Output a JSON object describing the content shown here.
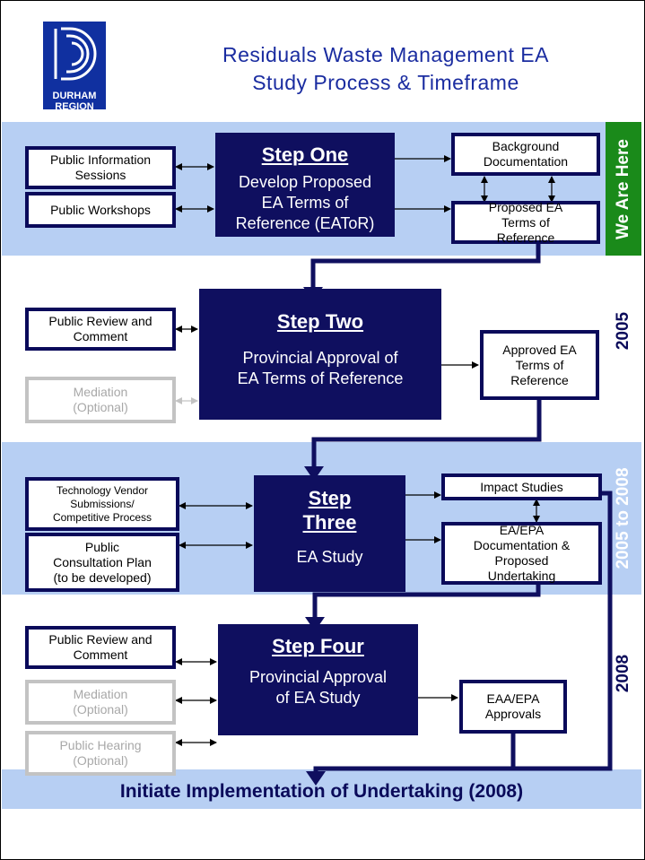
{
  "logo": {
    "line1": "DURHAM",
    "line2": "REGION"
  },
  "title": {
    "line1": "Residuals Waste Management EA",
    "line2": "Study Process & Timeframe"
  },
  "steps": [
    {
      "heading": "Step One",
      "desc": "Develop Proposed\nEA Terms of\nReference (EAToR)"
    },
    {
      "heading": "Step Two",
      "desc": "Provincial Approval of\nEA Terms of Reference"
    },
    {
      "heading": "Step\nThree",
      "desc": "EA Study"
    },
    {
      "heading": "Step Four",
      "desc": "Provincial Approval\nof EA Study"
    }
  ],
  "boxes": {
    "public_info": "Public Information\nSessions",
    "public_workshops": "Public  Workshops",
    "background_doc": "Background\nDocumentation",
    "proposed_eator": "Proposed EA\nTerms of\nReference",
    "public_review_2": "Public Review and\nComment",
    "mediation_2": "Mediation\n(Optional)",
    "approved_eator": "Approved EA\nTerms of\nReference",
    "tech_vendor": "Technology Vendor\nSubmissions/\nCompetitive Process",
    "public_consultation": "Public\nConsultation Plan\n(to be developed)",
    "impact_studies": "Impact Studies",
    "ea_epa_doc": "EA/EPA\nDocumentation &\nProposed\nUndertaking",
    "public_review_4": "Public Review and\nComment",
    "mediation_4": "Mediation\n(Optional)",
    "public_hearing": "Public Hearing\n(Optional)",
    "eaa_epa": "EAA/EPA\nApprovals"
  },
  "side_labels": {
    "step1": "We Are Here",
    "step2": "2005",
    "step3": "2005 to 2008",
    "step4": "2008"
  },
  "bottom_text": "Initiate Implementation of Undertaking (2008)",
  "colors": {
    "band": "#b7cff3",
    "navy": "#0f0f5f",
    "title_blue": "#1a2ca0",
    "we_are_here_green": "#1a8a1a",
    "grey": "#c3c3c3"
  }
}
